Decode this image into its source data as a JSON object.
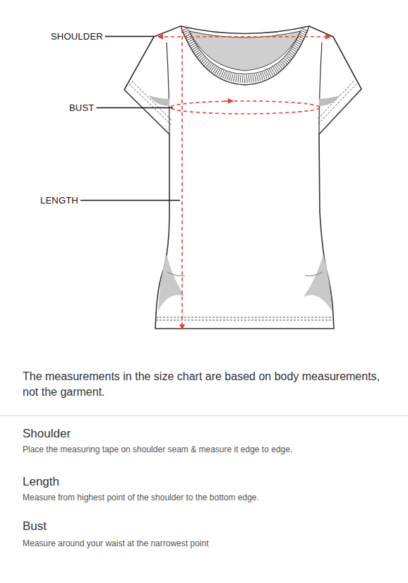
{
  "diagram": {
    "labels": [
      "SHOULDER",
      "BUST",
      "LENGTH",
      "The measurements in the size chart are based on body measurements, not the garment.",
      "Shoulder",
      "Place the measuring tape on shoulder seam & measure it edge to edge.",
      "Length",
      "Measure from highest point of the shoulder to the bottom edge.",
      "Bust",
      "Measure around your waist at the narrowest point"
    ]
  }
}
